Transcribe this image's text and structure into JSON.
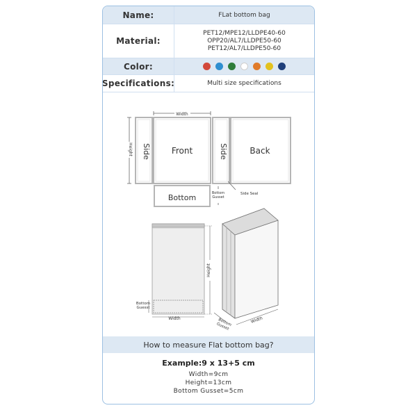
{
  "table": {
    "name_label": "Name:",
    "name_value": "FLat bottom bag",
    "material_label": "Material:",
    "material_lines": [
      "PET12/MPE12/LLDPE40-60",
      "OPP20/AL7/LLDPE50-60",
      "PET12/AL7/LLDPE50-60"
    ],
    "color_label": "Color:",
    "colors": [
      "#d2483a",
      "#2f8fd0",
      "#2e7d3a",
      "#ffffff",
      "#e07b2a",
      "#e3c21e",
      "#1f3f7a"
    ],
    "spec_label": "Specifications:",
    "spec_value": "Multi size specifications"
  },
  "diagram": {
    "width_label": "Width",
    "height_label": "Height",
    "side_label": "Side",
    "front_label": "Front",
    "back_label": "Back",
    "bottom_label": "Bottom",
    "bottom_gusset_line1": "Bottom",
    "bottom_gusset_line2": "Gusset",
    "side_seal_label": "Side Seal",
    "bottom_guesst_line1": "Bottom",
    "bottom_guesst_line2": "Guesst",
    "width_lower_label": "Width",
    "height_lower_label": "Height",
    "width_3d_label": "Width"
  },
  "howto": {
    "title": "How to measure  Flat bottom bag?"
  },
  "example": {
    "title": "Example:9 x 13+5 cm",
    "lines": [
      "Width=9cm",
      "Height=13cm",
      "Bottom Gusset=5cm"
    ]
  }
}
